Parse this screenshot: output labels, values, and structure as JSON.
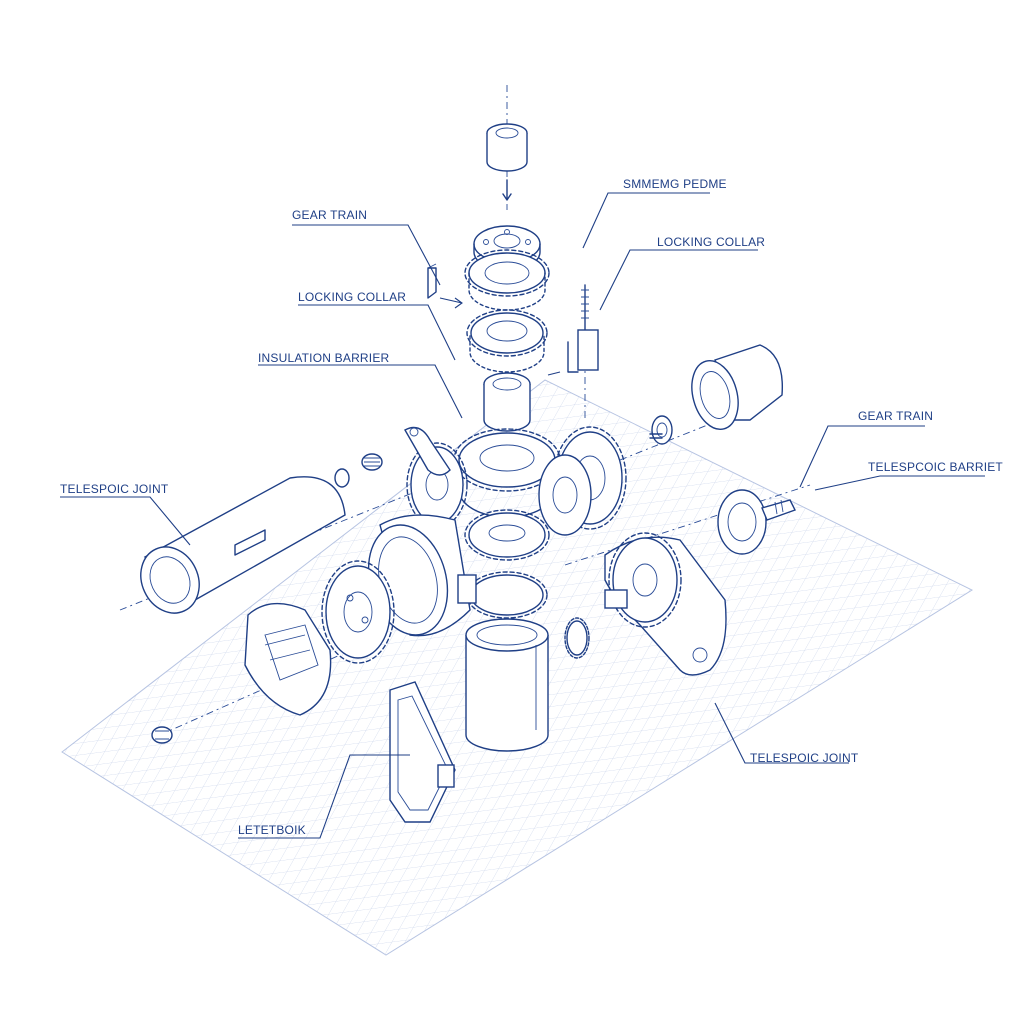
{
  "labels": {
    "gear_train_top": "GEAR TRAIN",
    "locking_collar_left": "LOCKING COLLAR",
    "insulation_barrier": "INSULATION BARRIER",
    "telespoic_joint_left": "TELESPOIC JOINT",
    "smemg_pedme": "SMMEMG PEDME",
    "locking_collar_right": "LOCKING COLLAR",
    "gear_train_right": "GEAR TRAIN",
    "telespcoic_barriet": "TELESPCOIC BARRIET",
    "telespoic_joint_bottom": "TELESPOIC JOINT",
    "letetboik": "LETETBOIK"
  },
  "colors": {
    "ink": "#1f3f86",
    "grid": "#c9d3ea",
    "background": "#ffffff"
  }
}
